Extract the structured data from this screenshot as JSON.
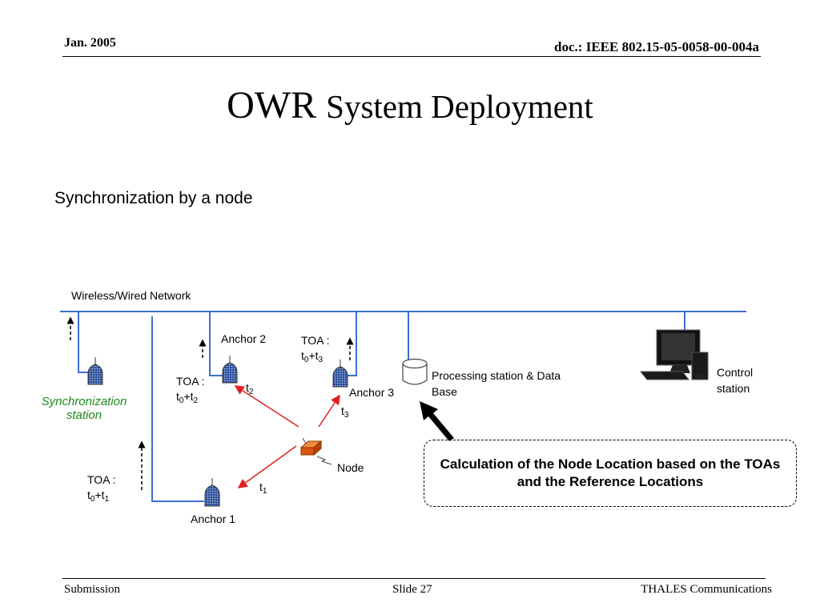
{
  "header": {
    "date": "Jan. 2005",
    "doc": "doc.: IEEE 802.15-05-0058-00-004a"
  },
  "title": {
    "big": "OWR",
    "rest": "System Deployment"
  },
  "subtitle": "Synchronization by a node",
  "diagram": {
    "network_label": "Wireless/Wired Network",
    "sync_station_label_line1": "Synchronization",
    "sync_station_label_line2": "station",
    "anchor1": "Anchor 1",
    "anchor2": "Anchor 2",
    "anchor3": "Anchor 3",
    "node": "Node",
    "toa_prefix": "TOA :",
    "t_letter": "t",
    "t0": "0",
    "t1": "1",
    "t2": "2",
    "t3": "3",
    "plus": "+",
    "processing_station": "Processing station & Data",
    "processing_station_line2": "Base",
    "control_station_line1": "Control",
    "control_station_line2": "station",
    "calculation_box": "Calculation of the Node Location based on the TOAs and the Reference Locations",
    "colors": {
      "network_line": "#3b6fd1",
      "signal_arrow": "#e02020",
      "sync_text": "#1a8a1a",
      "node_fill": "#f06a18"
    }
  },
  "footer": {
    "left": "Submission",
    "middle": "Slide 27",
    "right": "THALES Communications"
  }
}
